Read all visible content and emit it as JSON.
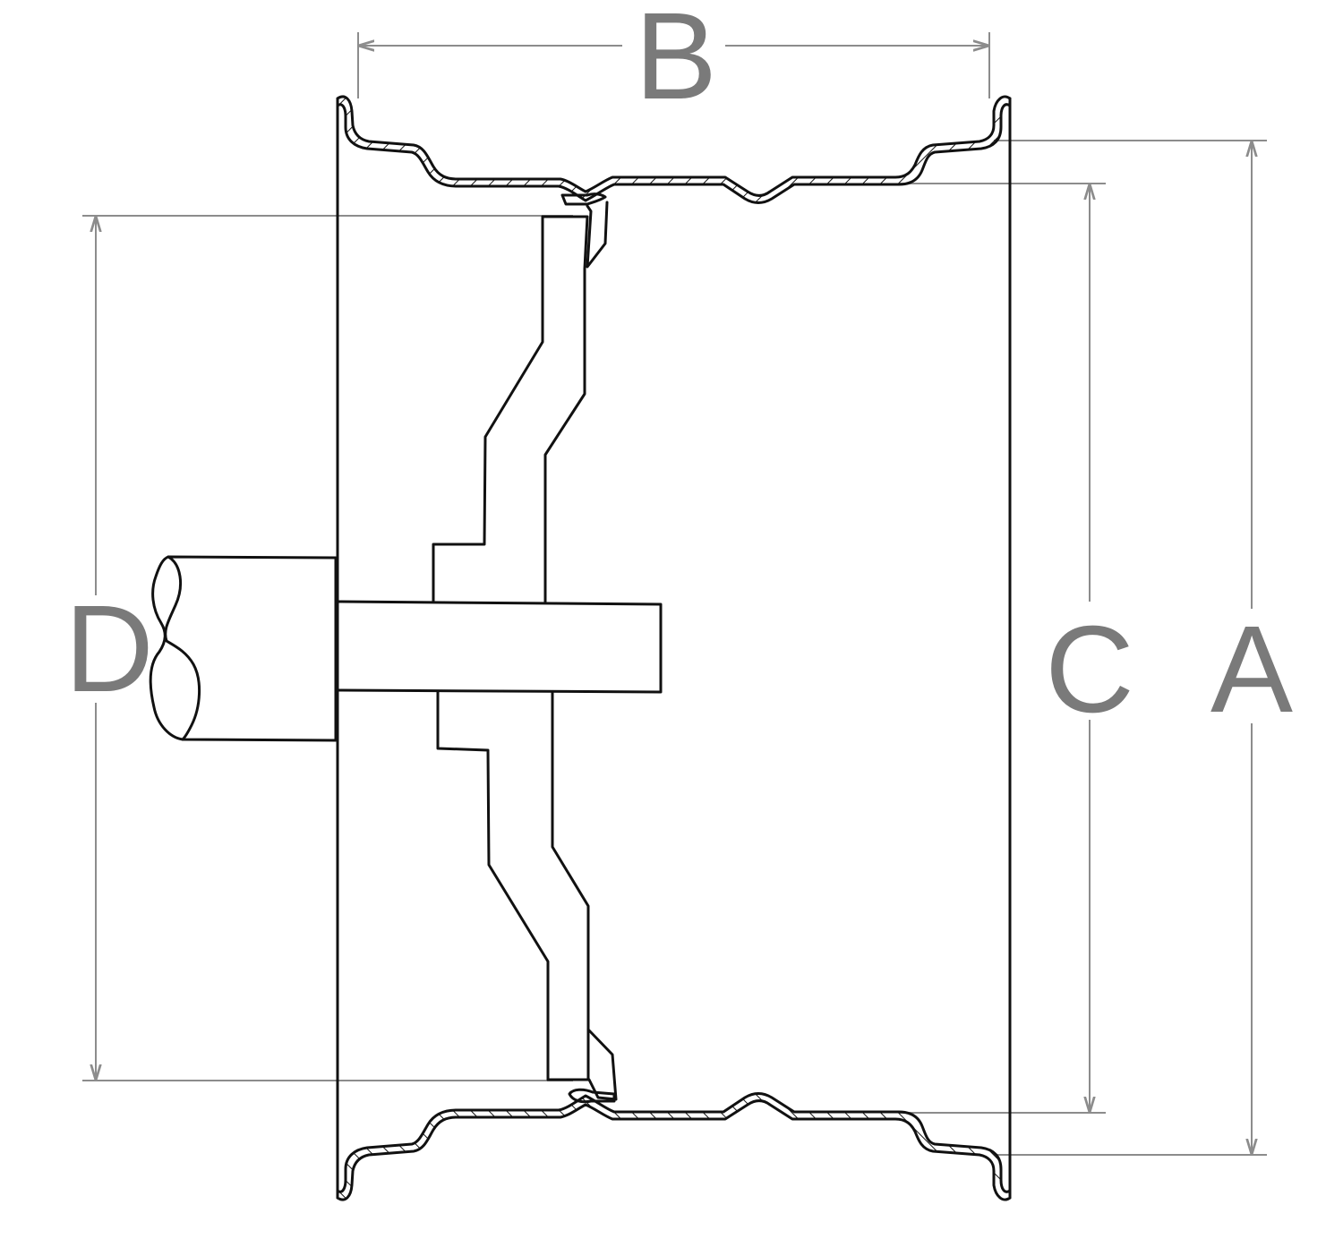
{
  "diagram": {
    "labels": {
      "a": "A",
      "b": "B",
      "c": "C",
      "d": "D"
    },
    "colors": {
      "outline": "#111111",
      "dimension": "#8c8c8c",
      "label": "#7a7a7a"
    }
  }
}
